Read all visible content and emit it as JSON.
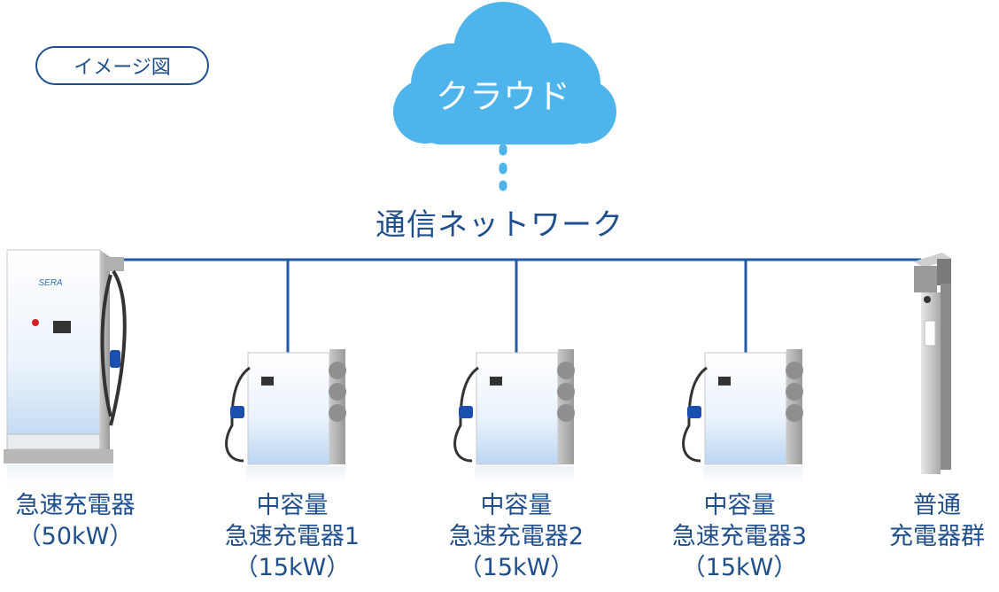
{
  "badge": {
    "label": "イメージ図"
  },
  "cloud": {
    "label": "クラウド"
  },
  "network": {
    "label": "通信ネットワーク"
  },
  "chargers": [
    {
      "line1": "急速充電器",
      "line2": "（50kW）",
      "line3": ""
    },
    {
      "line1": "中容量",
      "line2": "急速充電器1",
      "line3": "（15kW）"
    },
    {
      "line1": "中容量",
      "line2": "急速充電器2",
      "line3": "（15kW）"
    },
    {
      "line1": "中容量",
      "line2": "急速充電器3",
      "line3": "（15kW）"
    },
    {
      "line1": "普通",
      "line2": "充電器群",
      "line3": ""
    }
  ],
  "colors": {
    "line": "#1f5ba8",
    "cloud": "#4db5ec",
    "text": "#1f4f8c"
  },
  "logo_text": "SERA"
}
